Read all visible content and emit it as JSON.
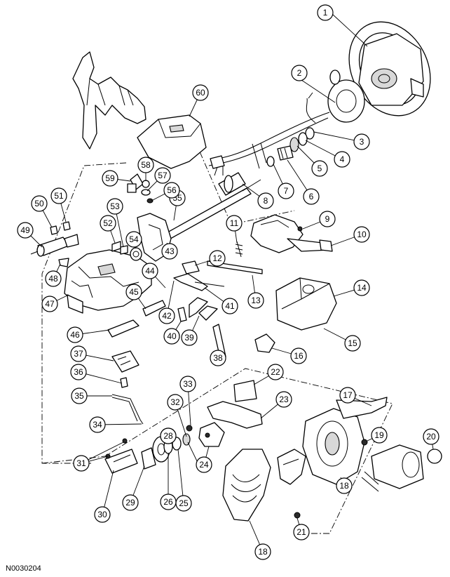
{
  "figure_id": "N0030204",
  "callouts": [
    "1",
    "2",
    "3",
    "4",
    "5",
    "6",
    "7",
    "8",
    "9",
    "10",
    "11",
    "12",
    "13",
    "14",
    "15",
    "16",
    "17",
    "18",
    "18",
    "19",
    "20",
    "21",
    "22",
    "23",
    "24",
    "25",
    "26",
    "27",
    "28",
    "29",
    "30",
    "31",
    "32",
    "33",
    "34",
    "35",
    "36",
    "37",
    "38",
    "39",
    "40",
    "41",
    "42",
    "43",
    "44",
    "45",
    "46",
    "47",
    "48",
    "49",
    "50",
    "51",
    "52",
    "53",
    "54",
    "55",
    "56",
    "57",
    "58",
    "59",
    "60"
  ]
}
